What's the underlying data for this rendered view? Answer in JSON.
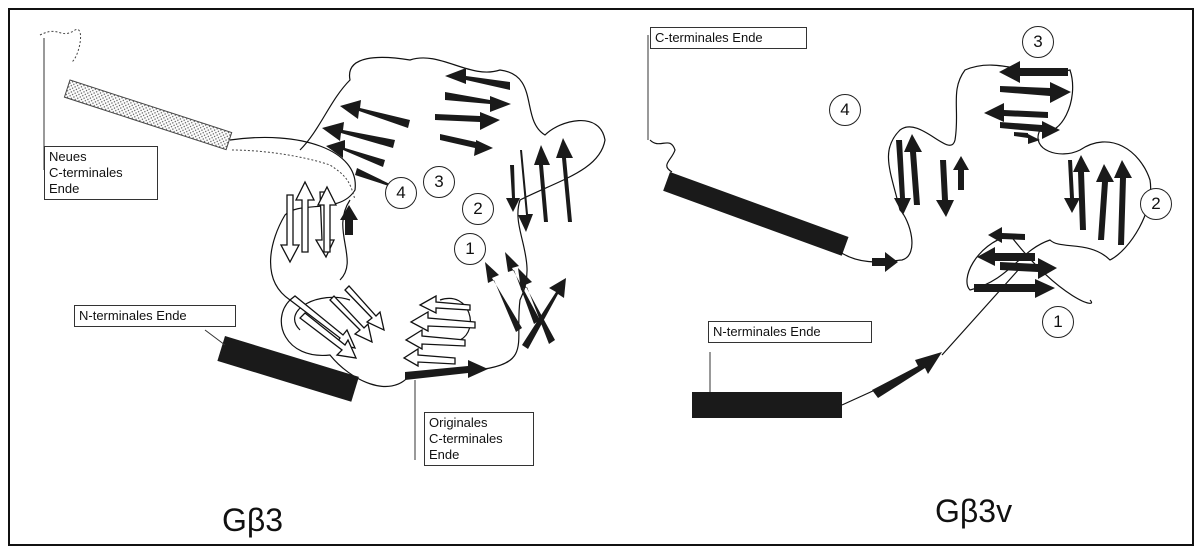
{
  "left_panel": {
    "title": "Gβ3",
    "labels": {
      "new_c_term": [
        "Neues",
        "C-terminales",
        "Ende"
      ],
      "n_term": "N-terminales Ende",
      "orig_c_term": [
        "Originales",
        "C-terminales",
        "Ende"
      ]
    },
    "blade_numbers": [
      "1",
      "2",
      "3",
      "4"
    ]
  },
  "right_panel": {
    "title": "Gβ3v",
    "labels": {
      "c_term": "C-terminales Ende",
      "n_term": "N-terminales Ende"
    },
    "blade_numbers": [
      "1",
      "2",
      "3",
      "4"
    ]
  },
  "colors": {
    "strand_dark": "#1a1a1a",
    "strand_open": "#ffffff",
    "outline": "#111111"
  }
}
